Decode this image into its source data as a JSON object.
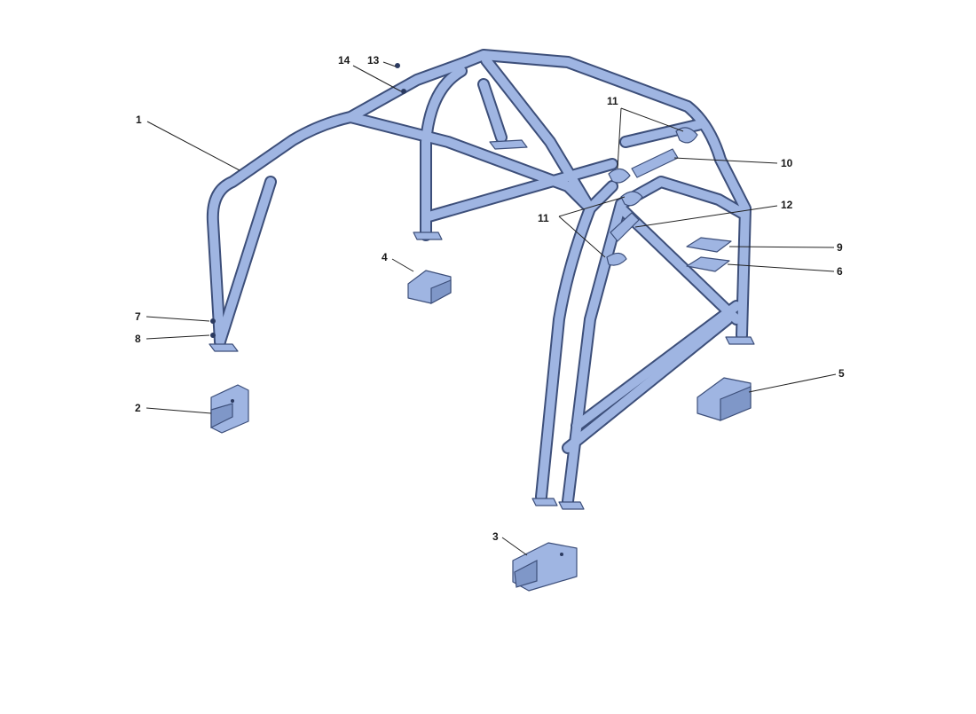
{
  "colors": {
    "tube_fill": "#9fb5e2",
    "tube_outline": "#3d4f7a",
    "labels": "#1a1a1a"
  },
  "callouts": [
    "1",
    "2",
    "3",
    "4",
    "5",
    "6",
    "7",
    "8",
    "9",
    "10",
    "11",
    "11",
    "12",
    "13",
    "14"
  ]
}
